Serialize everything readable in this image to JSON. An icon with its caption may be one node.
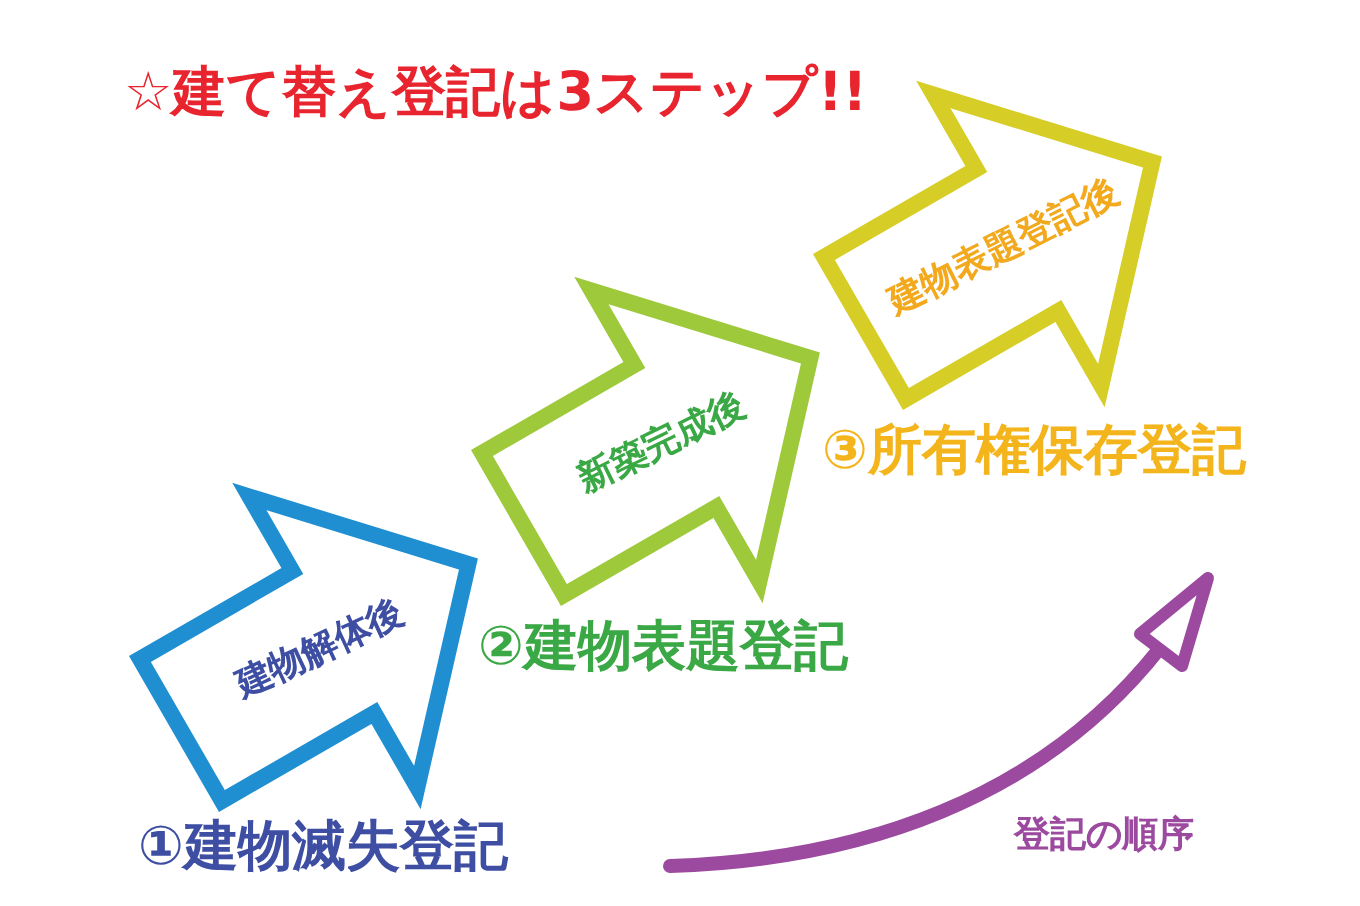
{
  "diagram": {
    "title": "☆建て替え登記は3ステップ!!",
    "nodes": [
      {
        "text": [
          "建物解体後"
        ],
        "beside": [
          "①建物滅失登記"
        ]
      },
      {
        "text": [
          "新築完成後"
        ],
        "beside": [
          "②建物表題登記"
        ]
      },
      {
        "text": [
          "建物表題登記後"
        ],
        "beside": [
          "③所有権保存登記"
        ]
      }
    ],
    "labels": [
      "登記の順序"
    ]
  }
}
